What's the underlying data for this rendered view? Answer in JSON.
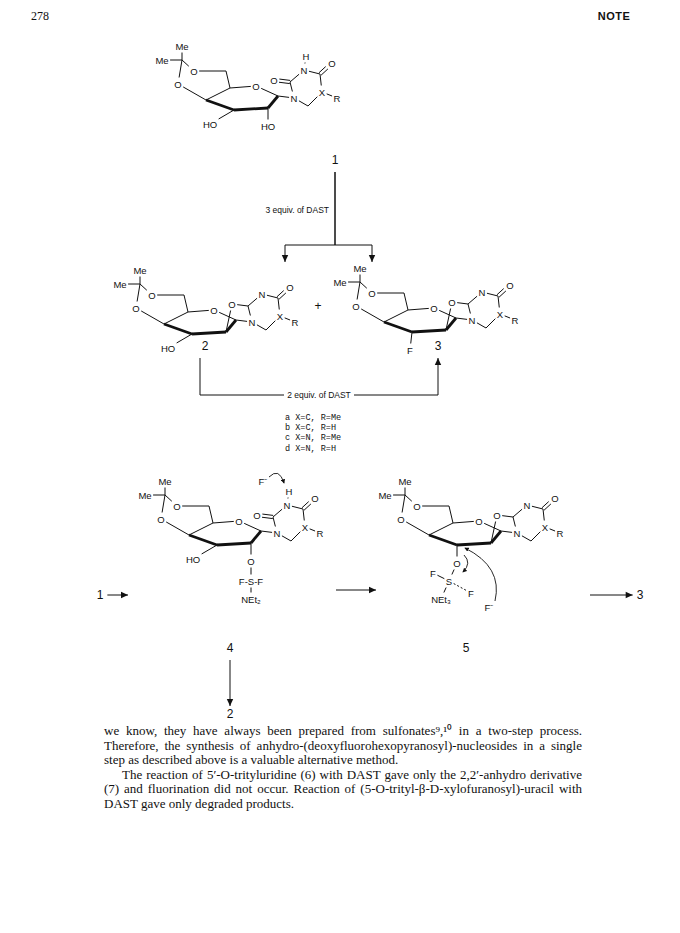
{
  "diagram": {
    "nodes": [
      {
        "text": [
          "1"
        ]
      },
      {
        "text": [
          "2"
        ]
      },
      {
        "text": [
          "3"
        ]
      },
      {
        "text": [
          "1"
        ]
      },
      {
        "text": [
          "4"
        ]
      },
      {
        "text": [
          "5"
        ]
      },
      {
        "text": [
          "3"
        ]
      },
      {
        "text": [
          "2"
        ]
      }
    ],
    "edges": [
      {
        "from": 0,
        "to": 1,
        "arrow": "to",
        "label": "3 equiv. of DAST"
      },
      {
        "from": 0,
        "to": 2,
        "arrow": "to"
      },
      {
        "from": 1,
        "to": 2,
        "arrow": "to",
        "label": "2 equiv. of DAST"
      },
      {
        "from": 3,
        "to": 4,
        "arrow": "to"
      },
      {
        "from": 4,
        "to": 5,
        "arrow": "to"
      },
      {
        "from": 5,
        "to": 6,
        "arrow": "to"
      },
      {
        "from": 4,
        "to": 7,
        "arrow": "to"
      }
    ],
    "labels": [
      "278",
      "NOTE",
      "Me",
      "Me",
      "O",
      "O",
      "O",
      "O",
      "H",
      "N",
      "O",
      "HO",
      "N",
      "X",
      "R",
      "HO",
      "Me",
      "Me",
      "O",
      "O",
      "HO",
      "O",
      "O",
      "N",
      "O",
      "N",
      "X",
      "R",
      "Me",
      "Me",
      "O",
      "O",
      "O",
      "O",
      "N",
      "O",
      "N",
      "X",
      "R",
      "F",
      "+",
      "a X=C, R=Me",
      "b X=C, R=H",
      "c X=N, R=Me",
      "d X=N, R=H",
      "Me",
      "Me",
      "F⁻",
      "O",
      "O",
      "O",
      "O",
      "H",
      "N",
      "O",
      "HO",
      "N",
      "X",
      "R",
      "O",
      "F-S-F",
      "NEt₂",
      "Me",
      "Me",
      "O",
      "O",
      "O",
      "O",
      "N",
      "O",
      "N",
      "X",
      "R",
      "O",
      "F",
      "S",
      "NEt₃",
      "F",
      "F⁻",
      "we know, they have always been prepared from sulfonates⁹,¹⁰ in a two-step process. Therefore, the synthesis of anhydro-(deoxyfluorohexopyranosyl)-nucleosides in a single step as described above is a valuable alternative method.",
      "The reaction of 5′-O-trityluridine (6) with DAST gave only the 2,2′-anhydro derivative (7) and fluorination did not occur. Reaction of (5-O-trityl-β-D-xylofuranosyl)-uracil with DAST gave only degraded products."
    ]
  }
}
